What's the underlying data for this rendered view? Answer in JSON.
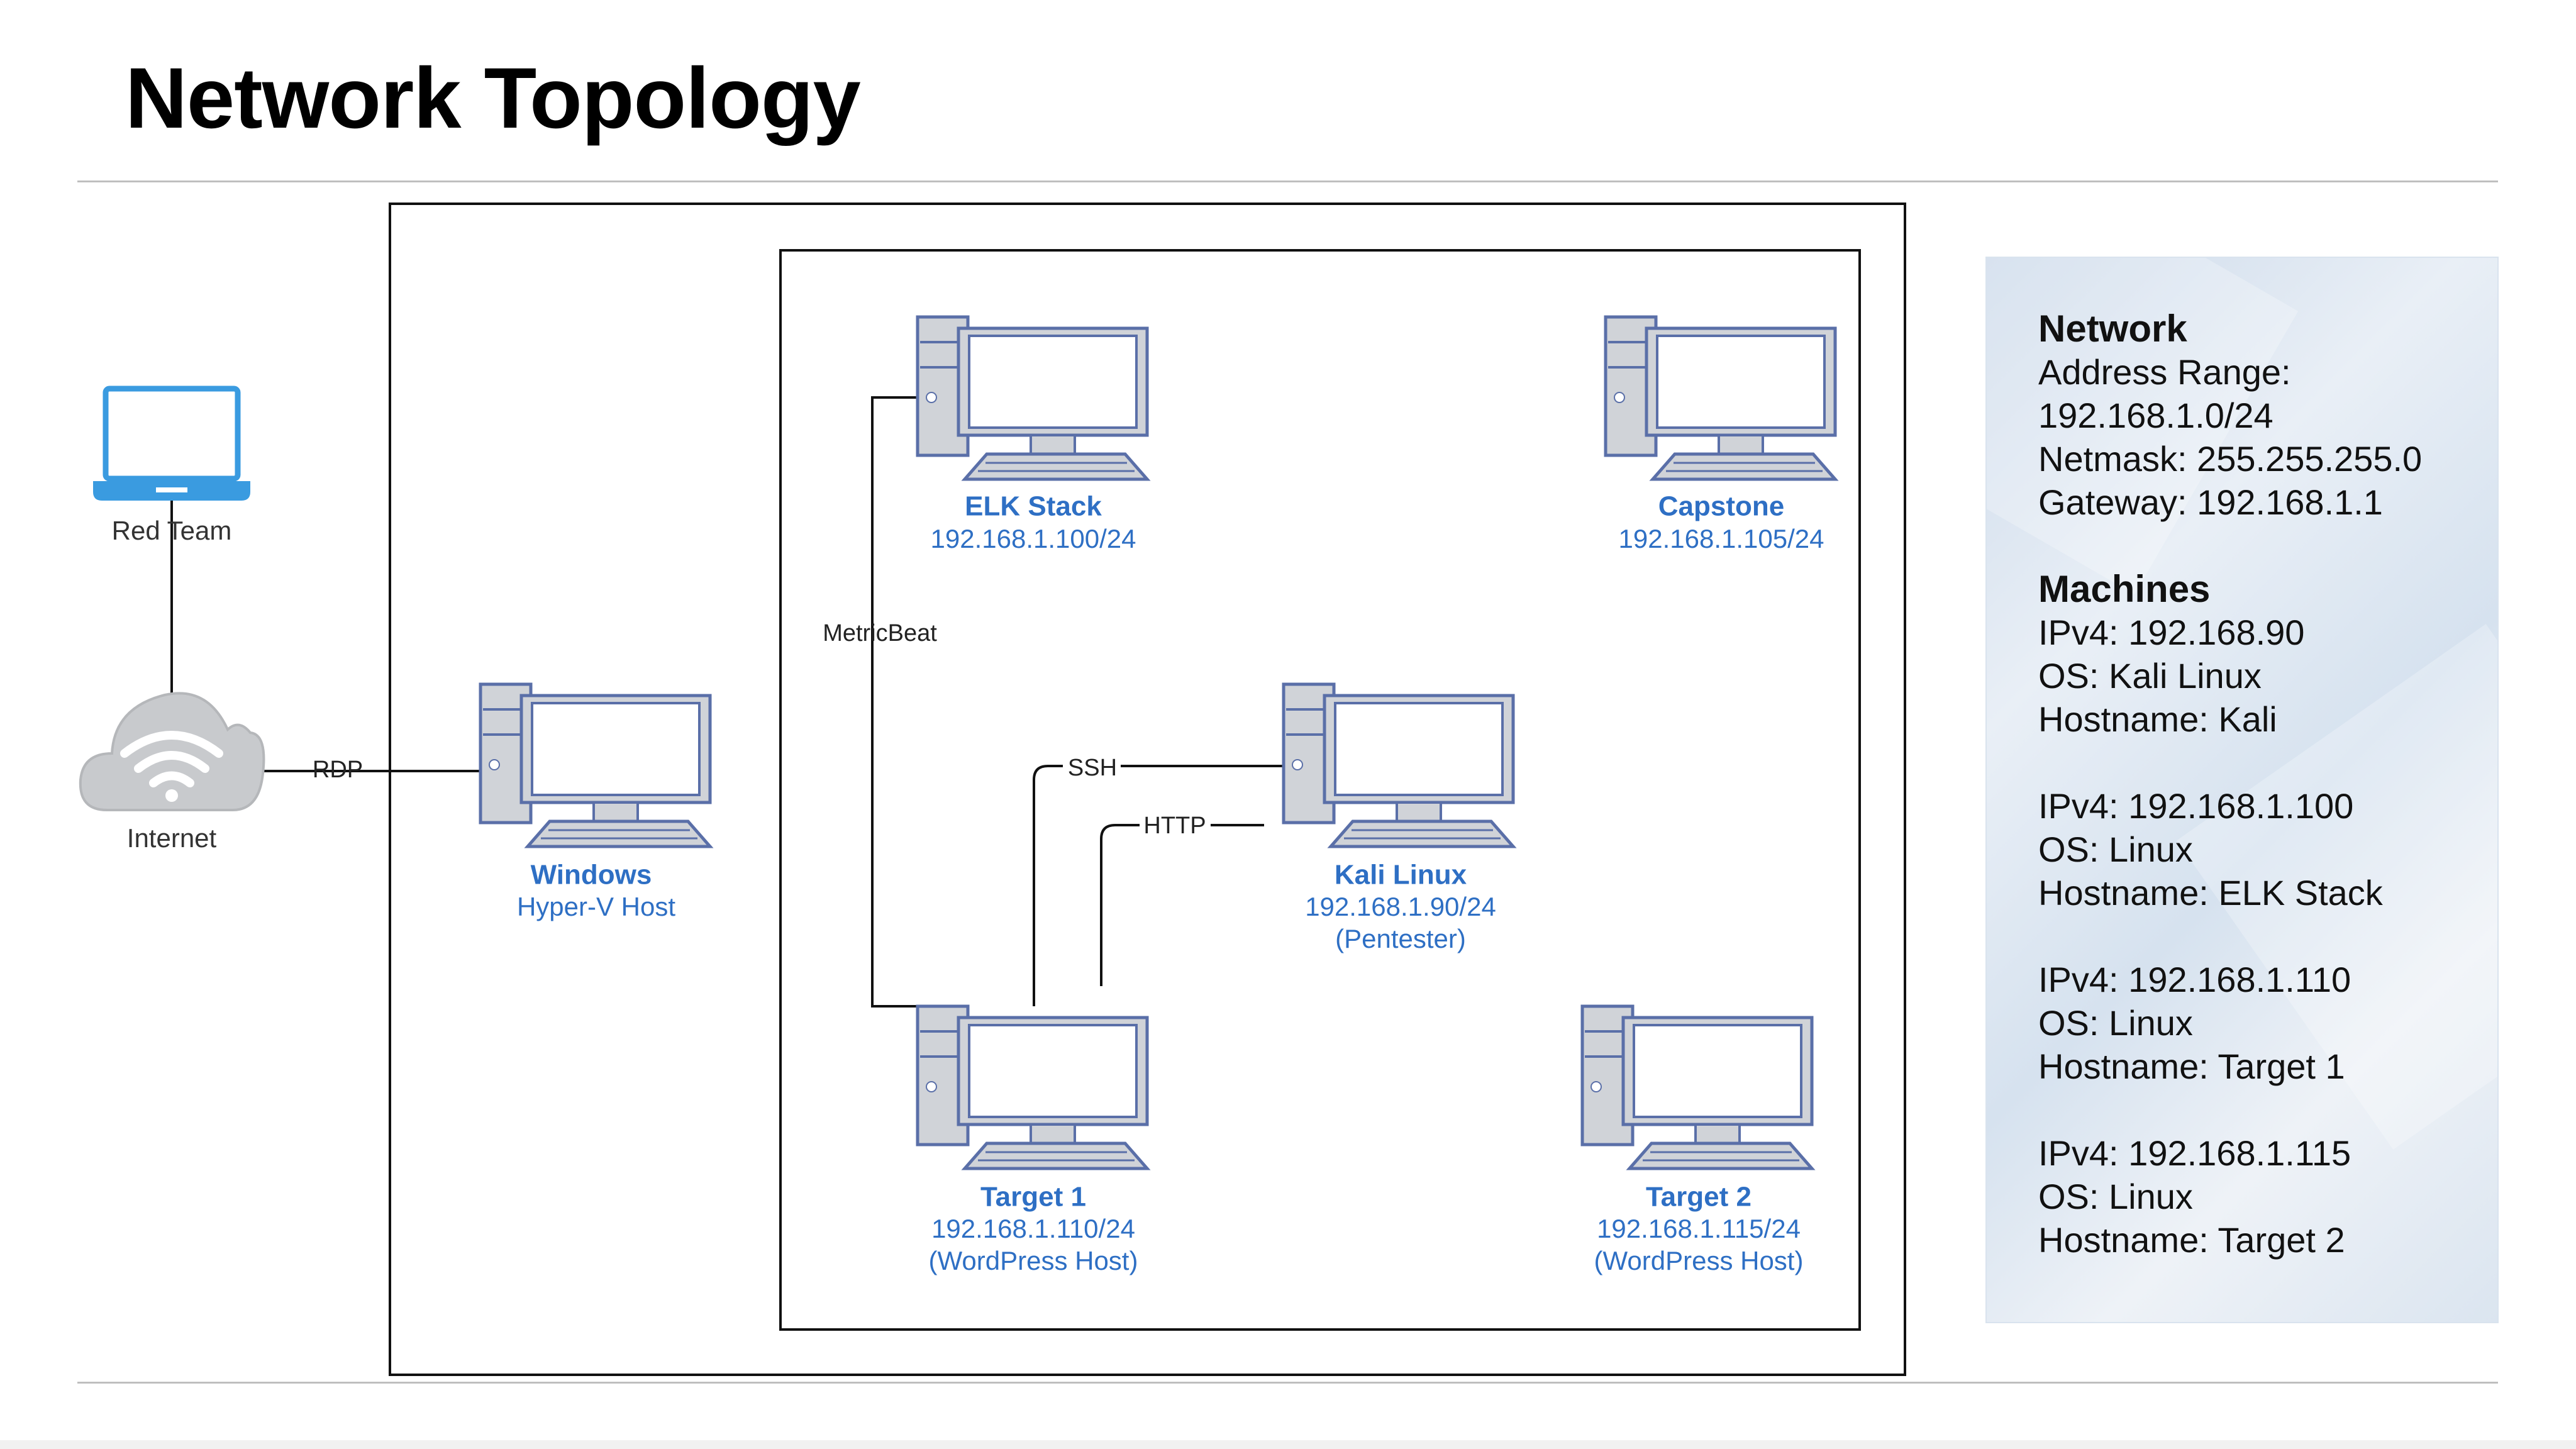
{
  "title": "Network Topology",
  "nodes": {
    "red_team": {
      "name": "Red Team",
      "icon": "laptop-icon"
    },
    "internet": {
      "name": "Internet",
      "icon": "cloud-wifi-icon"
    },
    "windows": {
      "name": "Windows",
      "sub1": "Hyper-V Host",
      "icon": "desktop-computer-icon"
    },
    "elk": {
      "name": "ELK Stack",
      "sub1": "192.168.1.100/24",
      "icon": "desktop-computer-icon"
    },
    "capstone": {
      "name": "Capstone",
      "sub1": "192.168.1.105/24",
      "icon": "desktop-computer-icon"
    },
    "kali": {
      "name": "Kali Linux",
      "sub1": "192.168.1.90/24",
      "sub2": "(Pentester)",
      "icon": "desktop-computer-icon"
    },
    "target1": {
      "name": "Target 1",
      "sub1": "192.168.1.110/24",
      "sub2": "(WordPress Host)",
      "icon": "desktop-computer-icon"
    },
    "target2": {
      "name": "Target 2",
      "sub1": "192.168.1.115/24",
      "sub2": "(WordPress Host)",
      "icon": "desktop-computer-icon"
    }
  },
  "edges": {
    "rdp": "RDP",
    "metricbeat": "MetricBeat",
    "ssh": "SSH",
    "http": "HTTP"
  },
  "colors": {
    "node_label": "#2e6fc4",
    "computer_fill": "#d0d3d8",
    "computer_stroke": "#5a6fa8",
    "laptop": "#3a9be0",
    "cloud": "#c8cacd"
  },
  "panel": {
    "network_heading": "Network",
    "address_range_label": "Address Range:",
    "address_range": "192.168.1.0/24",
    "netmask": "Netmask: 255.255.255.0",
    "gateway": "Gateway: 192.168.1.1",
    "machines_heading": "Machines",
    "machines": [
      {
        "ipv4": "IPv4: 192.168.90",
        "os": "OS: Kali Linux",
        "hostname": "Hostname: Kali"
      },
      {
        "ipv4": "IPv4: 192.168.1.100",
        "os": "OS: Linux",
        "hostname": "Hostname: ELK Stack"
      },
      {
        "ipv4": "IPv4: 192.168.1.110",
        "os": "OS: Linux",
        "hostname": "Hostname: Target 1"
      },
      {
        "ipv4": "IPv4: 192.168.1.115",
        "os": "OS: Linux",
        "hostname": "Hostname: Target 2"
      }
    ]
  }
}
